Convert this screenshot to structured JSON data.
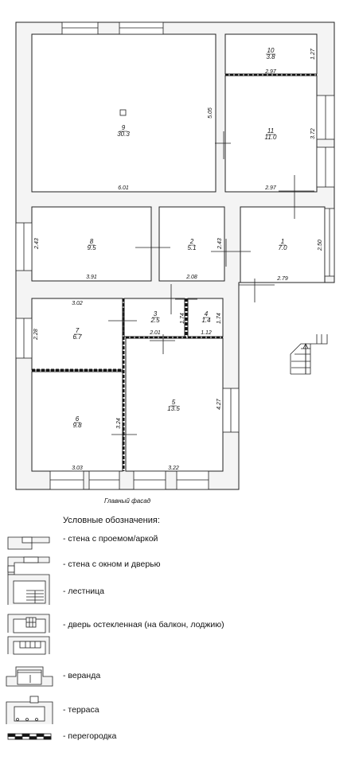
{
  "plan": {
    "facade_label": "Главный фасад",
    "rooms": [
      {
        "id": "room-9",
        "num": "9",
        "area": "30.3"
      },
      {
        "id": "room-10",
        "num": "10",
        "area": "3.8"
      },
      {
        "id": "room-11",
        "num": "11",
        "area": "11.0"
      },
      {
        "id": "room-8",
        "num": "8",
        "area": "9.5"
      },
      {
        "id": "room-2",
        "num": "2",
        "area": "5.1"
      },
      {
        "id": "room-1",
        "num": "1",
        "area": "7.0"
      },
      {
        "id": "room-7",
        "num": "7",
        "area": "6.7"
      },
      {
        "id": "room-3",
        "num": "3",
        "area": "2.5"
      },
      {
        "id": "room-4",
        "num": "4",
        "area": "1.4"
      },
      {
        "id": "room-6",
        "num": "6",
        "area": "9.8"
      },
      {
        "id": "room-5",
        "num": "5",
        "area": "13.5"
      }
    ],
    "dims": [
      "5.05",
      "6.01",
      "1.27",
      "2.97",
      "3.72",
      "2.97",
      "2.43",
      "3.91",
      "2.43",
      "2.08",
      "2.50",
      "2.79",
      "3.02",
      "2.28",
      "1.74",
      "1.74",
      "2.01",
      "1.12",
      "4.27",
      "3.24",
      "3.03",
      "3.22"
    ]
  },
  "legend": {
    "title": "Условные обозначения:",
    "items": [
      "- стена с проемом/аркой",
      "- стена с окном и дверью",
      "- лестница",
      "- дверь остекленная (на балкон, лоджию)",
      "- веранда",
      "- терраса",
      "- перегородка"
    ]
  }
}
